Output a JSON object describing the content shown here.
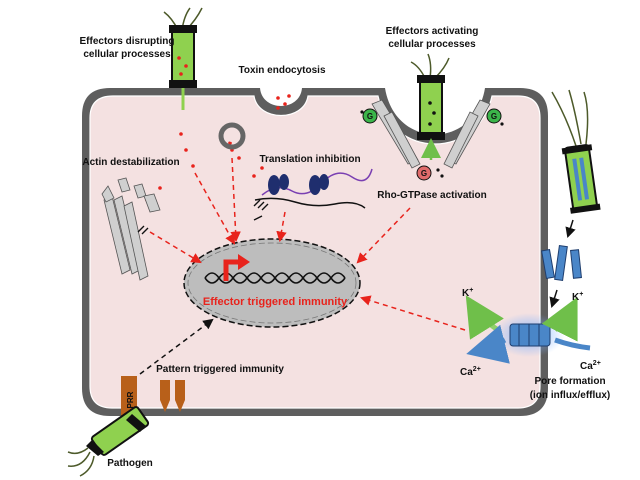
{
  "labels": {
    "effectors_disrupting_1": "Effectors disrupting",
    "effectors_disrupting_2": "cellular processes",
    "effectors_activating_1": "Effectors activating",
    "effectors_activating_2": "cellular processes",
    "toxin_endocytosis": "Toxin endocytosis",
    "actin_destabilization": "Actin destabilization",
    "translation_inhibition": "Translation inhibition",
    "rho_gtpase": "Rho-GTPase activation",
    "effector_immunity": "Effector triggered immunity",
    "pattern_immunity": "Pattern triggered immunity",
    "pathogen": "Pathogen",
    "prr": "PRR",
    "pore_formation_1": "Pore formation",
    "pore_formation_2": "(ion influx/efflux)",
    "k_left": "K",
    "k_right": "K",
    "k_charge": "+",
    "ca_left": "Ca",
    "ca_right": "Ca",
    "ca_charge": "2+",
    "g_green": "G",
    "g_red": "G"
  },
  "colors": {
    "cytoplasm": "#f4e1e1",
    "membrane": "#5e5e5e",
    "nucleus": "#bdbdbd",
    "bacterium": "#8fd14f",
    "arrow_red": "#e8231c",
    "prr": "#b8601a",
    "channel": "#4a86c8",
    "gtp_green": "#3bb54a",
    "gtp_red": "#e06b6b"
  }
}
